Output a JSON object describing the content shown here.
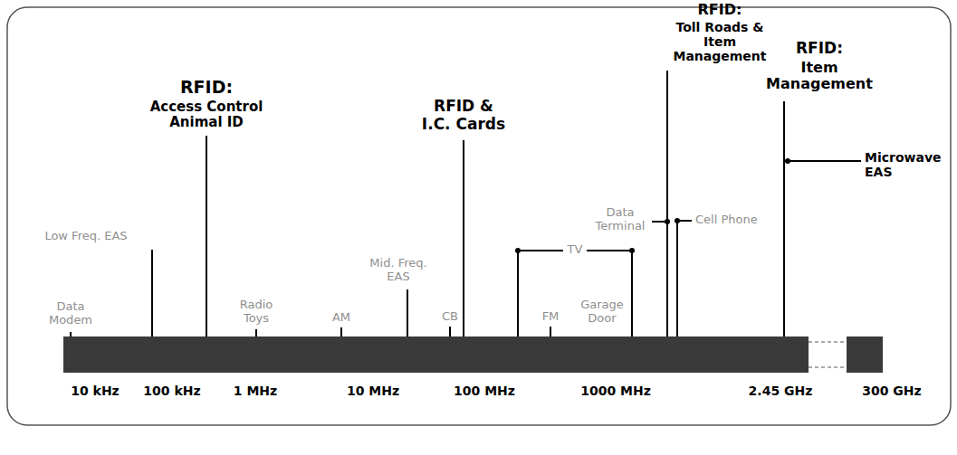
{
  "diagram": {
    "labels": [
      "RFID:",
      "Access Control Animal ID",
      "RFID & I.C. Cards",
      "RFID:",
      "Toll Roads & Item Management",
      "RFID:",
      "Item Management",
      "Microwave EAS",
      "Low Freq. EAS",
      "Data Modem",
      "Radio Toys",
      "AM",
      "Mid. Freq. EAS",
      "CB",
      "TV",
      "FM",
      "Garage Door",
      "Data Terminal",
      "Cell Phone",
      "10 kHz",
      "100 kHz",
      "1 MHz",
      "10 MHz",
      "100 MHz",
      "1000 MHz",
      "2.45 GHz",
      "300 GHz"
    ]
  }
}
